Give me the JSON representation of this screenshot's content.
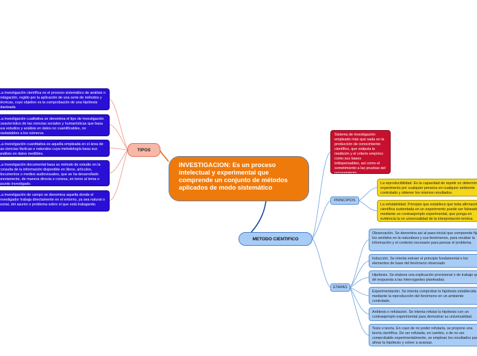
{
  "root": {
    "text": "INVESTIGACION: Es un proceso intelectual y experimental que comprende un conjunto de métodos aplicados de modo sistemático"
  },
  "tipos": {
    "label": "TIPOS",
    "items": [
      "La investigación científica es el proceso sistemático de análisis o indagación, regido por la aplicación de una serie de métodos y técnicas, cuyo objetivo es la comprobación de una hipótesis planteada",
      "La investigación cualitativa se denomina el tipo de investigación característico de las ciencias sociales y humanísticas que basa sus estudios y análisis en datos no cuantificables, no trasladables a los números.",
      "La investigación cuantitativa es aquella empleada en el área de las ciencias fácticas o naturales cuya metodología basa sus análisis en datos medibles.",
      "La investigación documental basa su método de estudio en la consulta de la información disponible en libros, artículos, documentos o medios audiovisuales, que se ha desarrollado previamente, de manera directa o conexa, en torno al tema o asunto investigado.",
      "La investigación de campo se denomina aquella donde el investigador trabaja directamente en el entorno, ya sea natural o social, del asunto o problema sobre el que está trabajando."
    ]
  },
  "metodo": {
    "label": "METODO CIENTIFICO",
    "definition": "Sistema de investigación empleado más que nada en la producción de conocimiento científico, que estipula la medición y el criterio empírico como sus bases indispensables, así como el sometimiento a las pruebas del razonamiento",
    "principios": {
      "label": "PRINCIPIOS",
      "items": [
        "La reproducibilidad. Es la capacidad de repetir un determinado experimento por cualquier persona en cualquier ambiente controlado y obtener los mismos resultados.",
        "La refutabilidad. Principio que establece que toda afirmación científica sustentada en un experimento puede ser falseada mediante un contraejemplo experimental, que ponga en evidencia la no universalidad de la interpretación teórica."
      ]
    },
    "etapas": {
      "label": "ETAPAS",
      "items": [
        "Observación. Se denomina así al paso inicial que comprende fijar los sentidos en la naturaleza y sus fenómenos, para recabar la información y el contexto necesario para pensar el problema.",
        "Inducción. Se intenta extraer el principio fundamental o los elementos de base del fenómeno observado",
        "Hipótesis. Se elabora una explicación provisional o de trabajo que dé respuesta a las interrogantes planteadas.",
        "Experimentación. Se intenta comprobar la hipótesis establecida mediante la reproducción del fenómeno en un ambiente controlado.",
        "Antítesis o refutación. Se intenta refutar la hipótesis con un contraejemplo experimental para demostrar su universalidad.",
        "Tesis o teoría. En caso de no poder refutarla, se propone una teoría científica. De ser refutada, en cambio, o de no ser comprobable experimentalmente, se emplean los resultados para afinar la hipótesis y volver a avanzar."
      ]
    }
  },
  "colors": {
    "root": "#ee7a0c",
    "tipos": "#f8b8a8",
    "tipos_items": "#2a0fd4",
    "metodo": "#a8ccf5",
    "definition": "#c8102e",
    "principios_items": "#f5d619",
    "etapas_items": "#a8ccf5",
    "link_orange": "#f0907a",
    "link_blue": "#6aa0e0",
    "link_dark_blue": "#1a4aa8"
  }
}
